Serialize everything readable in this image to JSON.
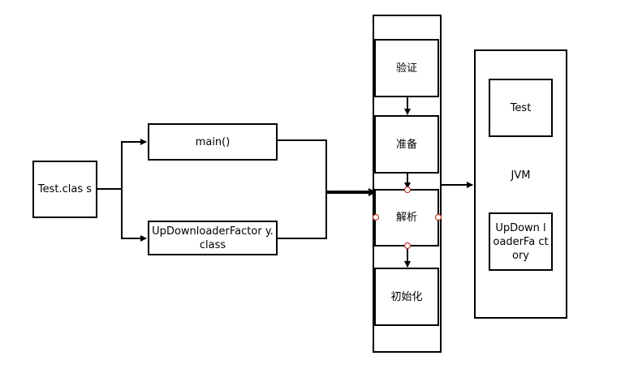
{
  "nodes": {
    "test_class": "Test.clas s",
    "main": "main()",
    "factory_class": "UpDownloaderFactor y.class",
    "verify": "验证",
    "prepare": "准备",
    "resolve": "解析",
    "init": "初始化",
    "jvm_label": "JVM",
    "jvm_test": "Test",
    "jvm_factory": "UpDown loaderFa ctory"
  },
  "colors": {
    "stroke": "#000000",
    "connector_point": "#c0392b"
  }
}
